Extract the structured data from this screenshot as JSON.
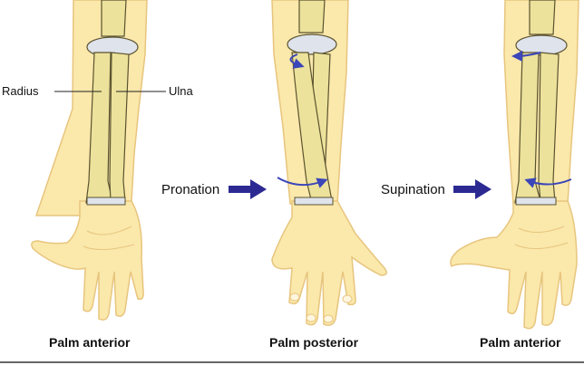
{
  "labels": {
    "radius": "Radius",
    "ulna": "Ulna",
    "pronation": "Pronation",
    "supination": "Supination"
  },
  "captions": {
    "left": "Palm anterior",
    "middle": "Palm posterior",
    "right": "Palm anterior"
  },
  "colors": {
    "skin": "#fbe8ab",
    "skin_outline": "#e7c57e",
    "bone": "#ece29b",
    "bone_outline": "#5b5330",
    "cartilage": "#dfe3ec",
    "arrow": "#2c2a92",
    "rotation_arrow": "#3b46b8"
  },
  "icons": [
    "pronation-arrow-icon",
    "supination-arrow-icon",
    "rotation-arrow-icon"
  ]
}
